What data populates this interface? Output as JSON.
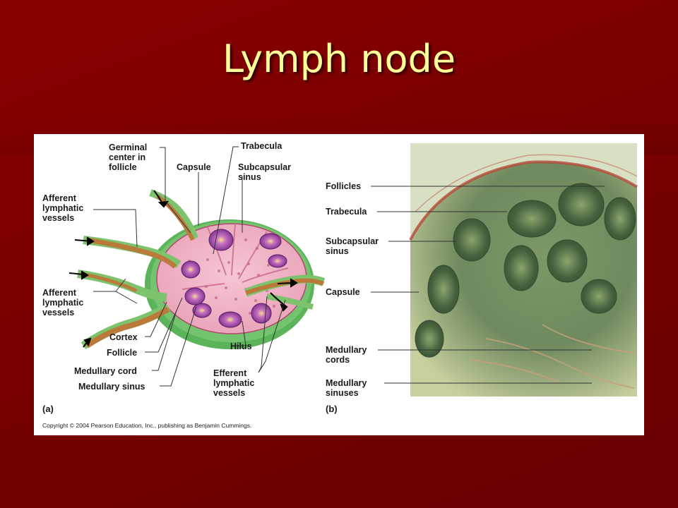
{
  "slide": {
    "title": "Lymph node",
    "colors": {
      "background": "#7a0000",
      "title": "#ffff99"
    }
  },
  "figure": {
    "panel_a": {
      "tag": "(a)",
      "labels": {
        "germinal_center": "Germinal\ncenter in\nfollicle",
        "capsule": "Capsule",
        "trabecula": "Trabecula",
        "subcapsular_sinus": "Subcapsular\nsinus",
        "afferent_top": "Afferent\nlymphatic\nvessels",
        "afferent_bottom": "Afferent\nlymphatic\nvessels",
        "cortex": "Cortex",
        "follicle": "Follicle",
        "medullary_cord": "Medullary cord",
        "medullary_sinus": "Medullary sinus",
        "hilus": "Hilus",
        "efferent": "Efferent\nlymphatic\nvessels"
      }
    },
    "panel_b": {
      "tag": "(b)",
      "labels": {
        "follicles": "Follicles",
        "trabecula": "Trabecula",
        "subcapsular_sinus": "Subcapsular\nsinus",
        "capsule": "Capsule",
        "medullary_cords": "Medullary\ncords",
        "medullary_sinuses": "Medullary\nsinuses"
      }
    },
    "copyright": "Copyright © 2004 Pearson Education, Inc., publishing as Benjamin Cummings."
  }
}
